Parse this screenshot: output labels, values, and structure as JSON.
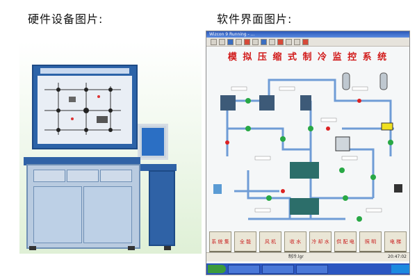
{
  "captions": {
    "hardware": "硬件设备图片:",
    "software": "软件界面图片:"
  },
  "software": {
    "window_title": "Wizcon 9  Running - ...",
    "app_title": "模 拟 压 缩 式 制 冷 监 控 系 统",
    "buttons": [
      "系 统 集",
      "全 能",
      "风 机",
      "收 水",
      "冷 却 水",
      "供 配 电",
      "照 明",
      "电 梯"
    ],
    "status_file": "制冷.lgr",
    "status_time": "20:47:02"
  },
  "colors": {
    "title_red": "#d11818",
    "panel_blue": "#2c63a8",
    "pipe_blue": "#6f9cd6"
  }
}
